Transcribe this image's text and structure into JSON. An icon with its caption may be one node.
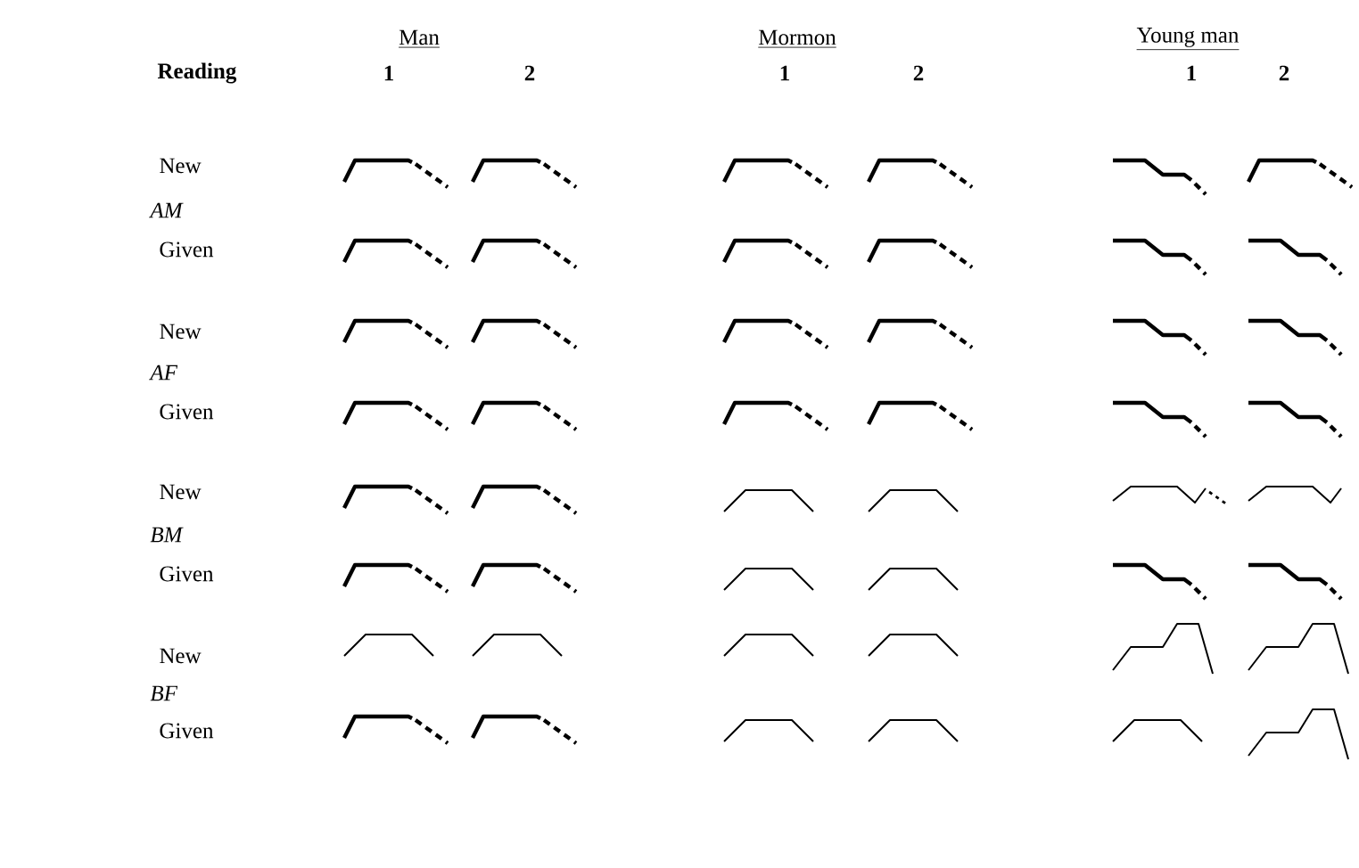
{
  "diagram": {
    "labels": [
      "Man",
      "Mormon",
      "Young man",
      "Reading",
      "1",
      "2",
      "1",
      "2",
      "1",
      "2",
      "New",
      "AM",
      "Given",
      "New",
      "AF",
      "Given",
      "New",
      "BM",
      "Given",
      "New",
      "BF",
      "Given"
    ]
  }
}
